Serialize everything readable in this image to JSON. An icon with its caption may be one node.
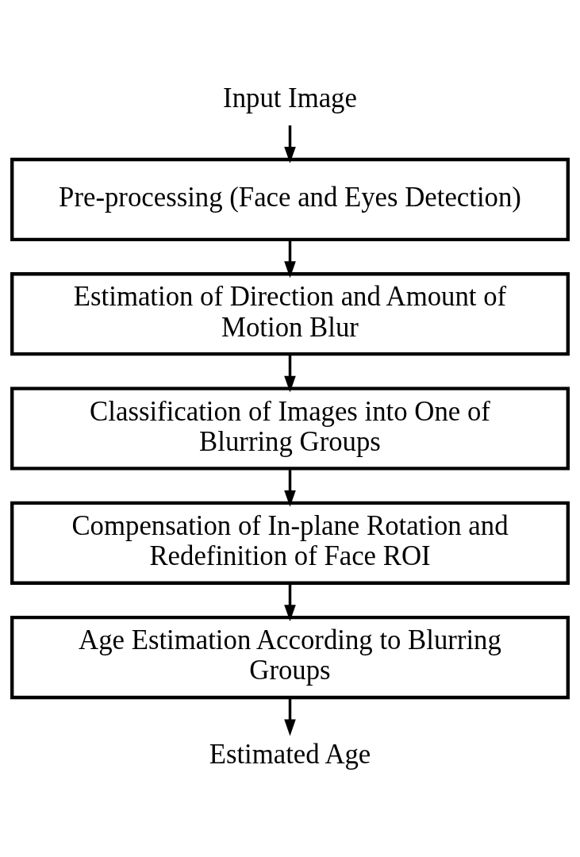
{
  "diagram": {
    "nodes": [
      {
        "text": [
          "Input Image"
        ]
      },
      {
        "text": [
          "Pre-processing (Face and Eyes Detection)"
        ]
      },
      {
        "text": [
          "Estimation of Direction and Amount of Motion Blur"
        ]
      },
      {
        "text": [
          "Classification of Images into One of Blurring Groups"
        ]
      },
      {
        "text": [
          "Compensation of In-plane Rotation and Redefinition of Face ROI"
        ]
      },
      {
        "text": [
          "Age Estimation According to Blurring Groups"
        ]
      },
      {
        "text": [
          "Estimated Age"
        ]
      }
    ],
    "edges": [
      {
        "from": 0,
        "to": 1,
        "arrow": "to"
      },
      {
        "from": 1,
        "to": 2,
        "arrow": "to"
      },
      {
        "from": 2,
        "to": 3,
        "arrow": "to"
      },
      {
        "from": 3,
        "to": 4,
        "arrow": "to"
      },
      {
        "from": 4,
        "to": 5,
        "arrow": "to"
      },
      {
        "from": 5,
        "to": 6,
        "arrow": "to"
      }
    ]
  }
}
